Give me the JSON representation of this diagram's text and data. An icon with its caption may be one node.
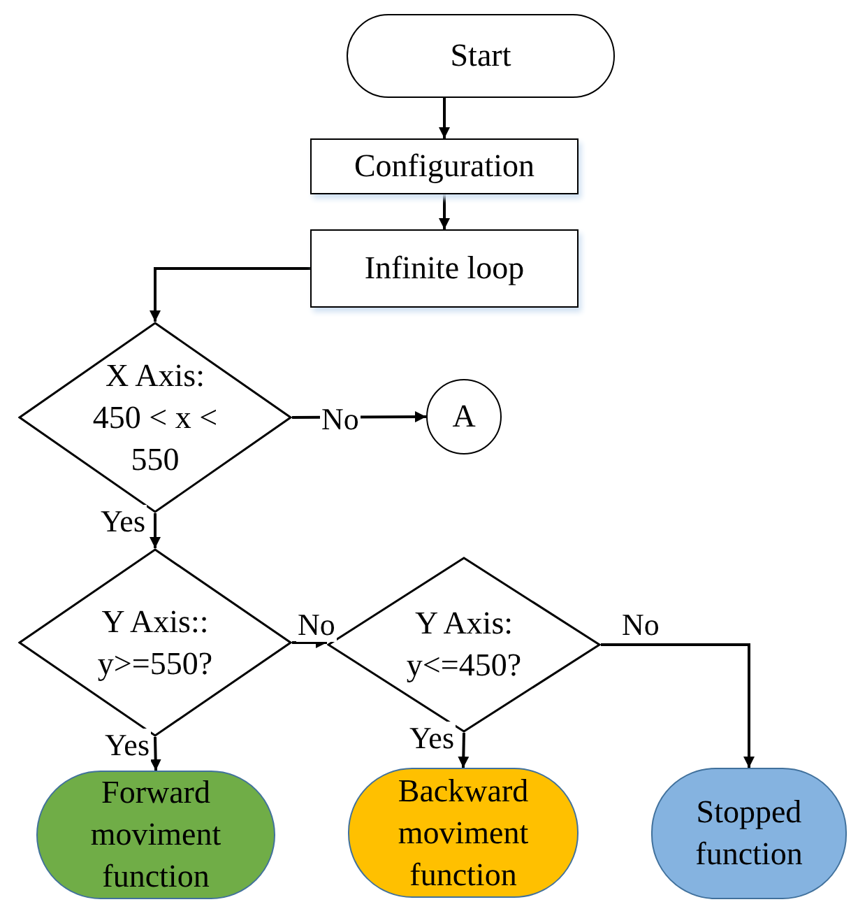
{
  "diagram": {
    "nodes": [
      {
        "text": [
          "Start"
        ]
      },
      {
        "text": [
          "Configuration"
        ]
      },
      {
        "text": [
          "Infinite loop"
        ]
      },
      {
        "text": [
          "X Axis: 450 < x < 550"
        ]
      },
      {
        "text": [
          "A"
        ]
      },
      {
        "text": [
          "Y Axis:: y>=550?"
        ]
      },
      {
        "text": [
          "Y Axis: y<=450?"
        ]
      },
      {
        "text": [
          "Forward moviment function"
        ]
      },
      {
        "text": [
          "Backward moviment function"
        ]
      },
      {
        "text": [
          "Stopped function"
        ]
      }
    ],
    "edges": [
      {
        "from": 0,
        "to": 1,
        "arrow": "to"
      },
      {
        "from": 1,
        "to": 2,
        "arrow": "to"
      },
      {
        "from": 2,
        "to": 3,
        "arrow": "to"
      },
      {
        "from": 3,
        "to": 4,
        "arrow": "to",
        "label": "No"
      },
      {
        "from": 3,
        "to": 5,
        "arrow": "to",
        "label": "Yes"
      },
      {
        "from": 5,
        "to": 6,
        "arrow": "to",
        "label": "No"
      },
      {
        "from": 5,
        "to": 7,
        "arrow": "to",
        "label": "Yes"
      },
      {
        "from": 6,
        "to": 8,
        "arrow": "to",
        "label": "Yes"
      },
      {
        "from": 6,
        "to": 9,
        "arrow": "to",
        "label": "No"
      }
    ]
  }
}
